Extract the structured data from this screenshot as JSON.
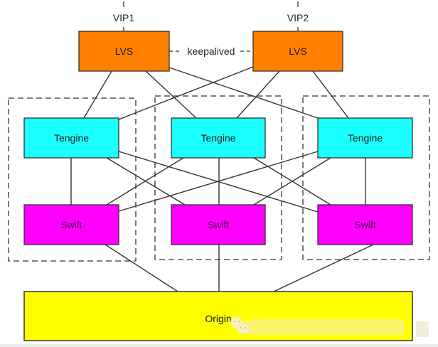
{
  "diagram": {
    "vips": [
      {
        "id": "vip1",
        "label": "VIP1"
      },
      {
        "id": "vip2",
        "label": "VIP2"
      }
    ],
    "lvs": [
      {
        "id": "lvs1",
        "label": "LVS"
      },
      {
        "id": "lvs2",
        "label": "LVS"
      }
    ],
    "keepalived_label": "keepalived",
    "tengines": [
      {
        "id": "tengine1",
        "label": "Tengine"
      },
      {
        "id": "tengine2",
        "label": "Tengine"
      },
      {
        "id": "tengine3",
        "label": "Tengine"
      }
    ],
    "swifts": [
      {
        "id": "swift1",
        "label": "Swift"
      },
      {
        "id": "swift2",
        "label": "Swift"
      },
      {
        "id": "swift3",
        "label": "Swift"
      }
    ],
    "origin": {
      "id": "origin",
      "label": "Origin"
    },
    "edges": [
      {
        "from": "lvs1",
        "to": "tengine1"
      },
      {
        "from": "lvs1",
        "to": "tengine2"
      },
      {
        "from": "lvs1",
        "to": "tengine3"
      },
      {
        "from": "lvs2",
        "to": "tengine1"
      },
      {
        "from": "lvs2",
        "to": "tengine2"
      },
      {
        "from": "lvs2",
        "to": "tengine3"
      },
      {
        "from": "tengine1",
        "to": "swift1"
      },
      {
        "from": "tengine1",
        "to": "swift2"
      },
      {
        "from": "tengine1",
        "to": "swift3"
      },
      {
        "from": "tengine2",
        "to": "swift1"
      },
      {
        "from": "tengine2",
        "to": "swift2"
      },
      {
        "from": "tengine2",
        "to": "swift3"
      },
      {
        "from": "tengine3",
        "to": "swift1"
      },
      {
        "from": "tengine3",
        "to": "swift2"
      },
      {
        "from": "tengine3",
        "to": "swift3"
      },
      {
        "from": "swift1",
        "to": "origin"
      },
      {
        "from": "swift2",
        "to": "origin"
      },
      {
        "from": "swift3",
        "to": "origin"
      }
    ],
    "colors": {
      "lvs": "#ff8000",
      "tengine": "#00ffff",
      "swift": "#ff00ff",
      "origin": "#ffff00",
      "stroke": "#333333"
    },
    "watermark_icon": "wechat-icon"
  }
}
